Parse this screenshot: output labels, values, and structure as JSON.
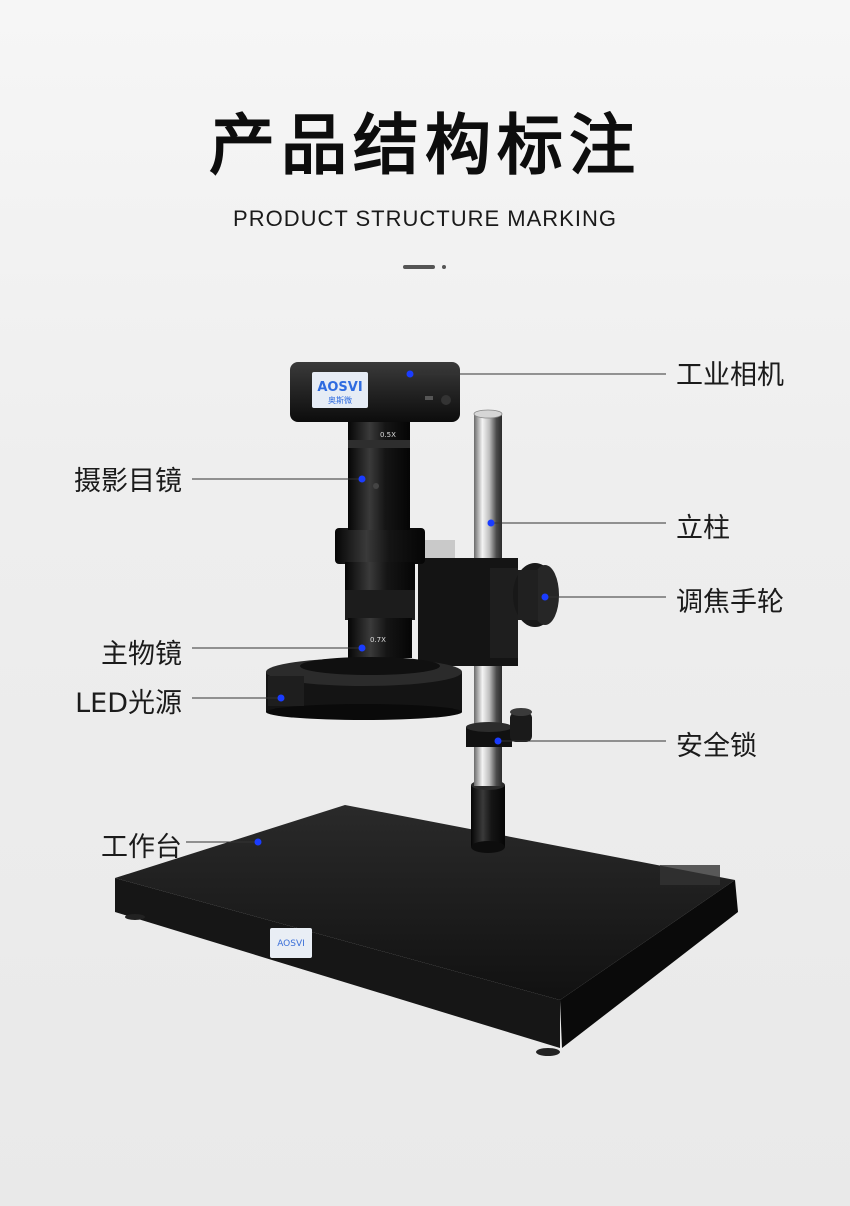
{
  "header": {
    "title": "产品结构标注",
    "subtitle": "PRODUCT STRUCTURE MARKING"
  },
  "product": {
    "brand_logo_text": "AOSVI",
    "brand_logo_sub": "奥斯微",
    "lens_mark_top": "0.5X",
    "lens_mark_zoom": "0.7X"
  },
  "labels": {
    "industrial_camera": "工业相机",
    "eyepiece": "摄影目镜",
    "column": "立柱",
    "focus_wheel": "调焦手轮",
    "objective": "主物镜",
    "led_light": "LED光源",
    "safety_lock": "安全锁",
    "workbench": "工作台"
  },
  "colors": {
    "marker_blue": "#1a3cff",
    "leader_line": "#333333",
    "metal_black": "#121212"
  }
}
